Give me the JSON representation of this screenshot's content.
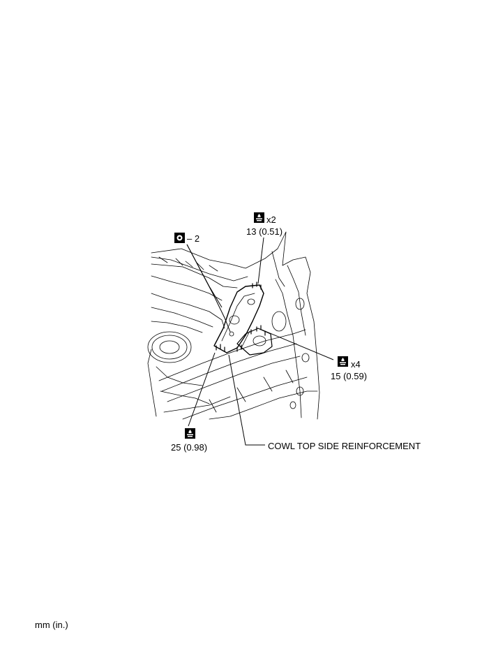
{
  "callouts": {
    "precoat_bolt": {
      "count": "2",
      "icon": "precoat-bolt-icon"
    },
    "torque_top": {
      "multiplier": "x2",
      "value": "13 (0.51)",
      "icon": "torque-wrench-icon"
    },
    "torque_right": {
      "multiplier": "x4",
      "value": "15 (0.59)",
      "icon": "torque-wrench-icon"
    },
    "torque_bottom": {
      "value": "25 (0.98)",
      "icon": "torque-wrench-icon"
    },
    "part_name": "COWL TOP SIDE REINFORCEMENT"
  },
  "units_note": "mm (in.)"
}
